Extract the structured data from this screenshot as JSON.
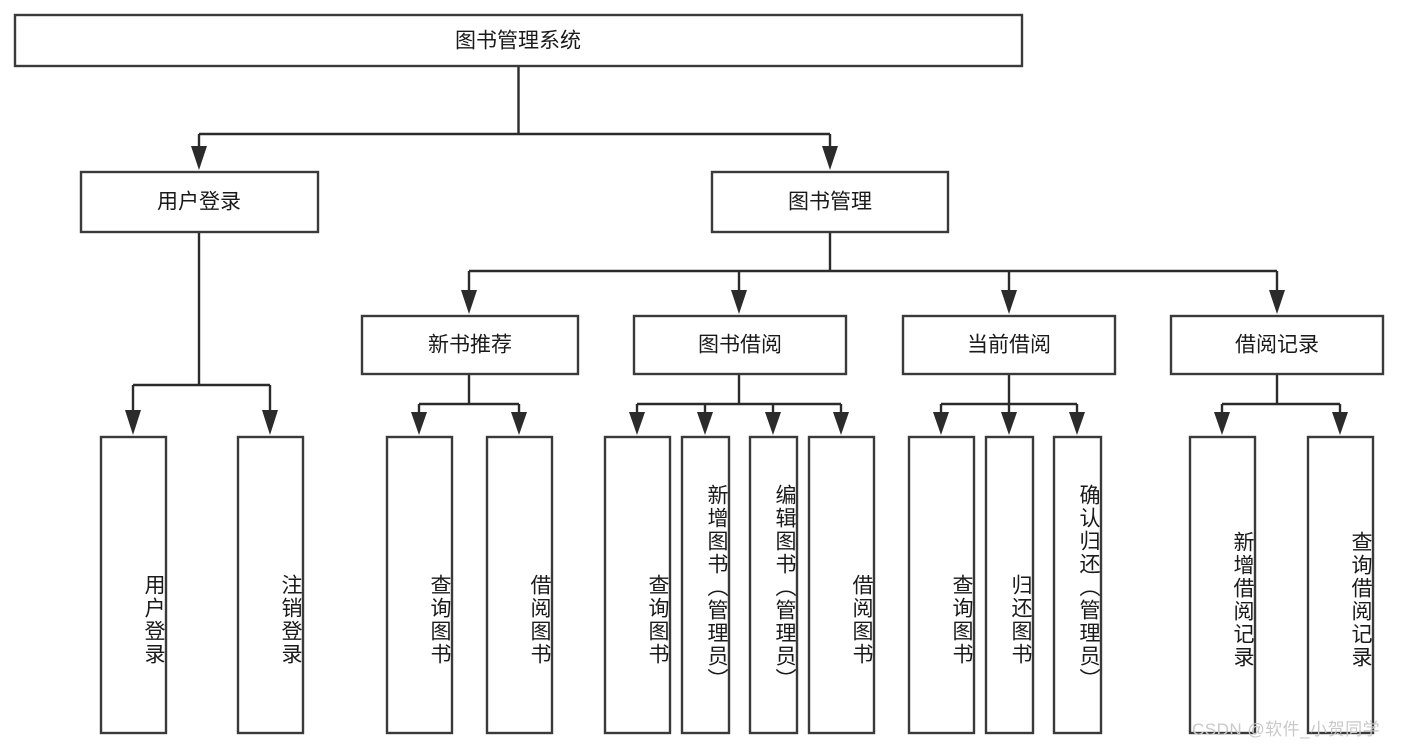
{
  "diagram": {
    "type": "tree-hierarchy",
    "orientation": "top-down",
    "title": "图书管理系统",
    "root": {
      "id": "root",
      "label": "图书管理系统",
      "level": 0,
      "text_orientation": "horizontal"
    },
    "level2": [
      {
        "id": "user-login",
        "label": "用户登录",
        "level": 1,
        "text_orientation": "horizontal"
      },
      {
        "id": "book-manage",
        "label": "图书管理",
        "level": 1,
        "text_orientation": "horizontal"
      }
    ],
    "level3": [
      {
        "id": "new-book-rec",
        "label": "新书推荐",
        "level": 2,
        "parent": "book-manage",
        "text_orientation": "horizontal"
      },
      {
        "id": "book-borrow",
        "label": "图书借阅",
        "level": 2,
        "parent": "book-manage",
        "text_orientation": "horizontal"
      },
      {
        "id": "current-borrow",
        "label": "当前借阅",
        "level": 2,
        "parent": "book-manage",
        "text_orientation": "horizontal"
      },
      {
        "id": "borrow-record",
        "label": "借阅记录",
        "level": 2,
        "parent": "book-manage",
        "text_orientation": "horizontal"
      }
    ],
    "leaves": [
      {
        "id": "leaf-user-login",
        "label": "用户登录",
        "parent": "user-login",
        "text_orientation": "vertical"
      },
      {
        "id": "leaf-logout",
        "label": "注销登录",
        "parent": "user-login",
        "text_orientation": "vertical"
      },
      {
        "id": "leaf-query-book-1",
        "label": "查询图书",
        "parent": "new-book-rec",
        "text_orientation": "vertical"
      },
      {
        "id": "leaf-borrow-book-1",
        "label": "借阅图书",
        "parent": "new-book-rec",
        "text_orientation": "vertical"
      },
      {
        "id": "leaf-query-book-2",
        "label": "查询图书",
        "parent": "book-borrow",
        "text_orientation": "vertical"
      },
      {
        "id": "leaf-add-book",
        "label": "新增图书（管理员）",
        "parent": "book-borrow",
        "text_orientation": "vertical"
      },
      {
        "id": "leaf-edit-book",
        "label": "编辑图书（管理员）",
        "parent": "book-borrow",
        "text_orientation": "vertical"
      },
      {
        "id": "leaf-borrow-book-2",
        "label": "借阅图书",
        "parent": "book-borrow",
        "text_orientation": "vertical"
      },
      {
        "id": "leaf-query-book-3",
        "label": "查询图书",
        "parent": "current-borrow",
        "text_orientation": "vertical"
      },
      {
        "id": "leaf-return-book",
        "label": "归还图书",
        "parent": "current-borrow",
        "text_orientation": "vertical"
      },
      {
        "id": "leaf-confirm-return",
        "label": "确认归还（管理员）",
        "parent": "current-borrow",
        "text_orientation": "vertical"
      },
      {
        "id": "leaf-add-record",
        "label": "新增借阅记录",
        "parent": "borrow-record",
        "text_orientation": "vertical"
      },
      {
        "id": "leaf-query-record",
        "label": "查询借阅记录",
        "parent": "borrow-record",
        "text_orientation": "vertical"
      }
    ],
    "colors": {
      "box_fill": "#ffffff",
      "box_stroke": "#3a3a3a",
      "connector": "#2b2b2b",
      "text": "#1a1a1a",
      "background": "#ffffff",
      "watermark": "#c9c9c9"
    }
  },
  "watermark": {
    "text": "CSDN @软件_小贺同学"
  }
}
